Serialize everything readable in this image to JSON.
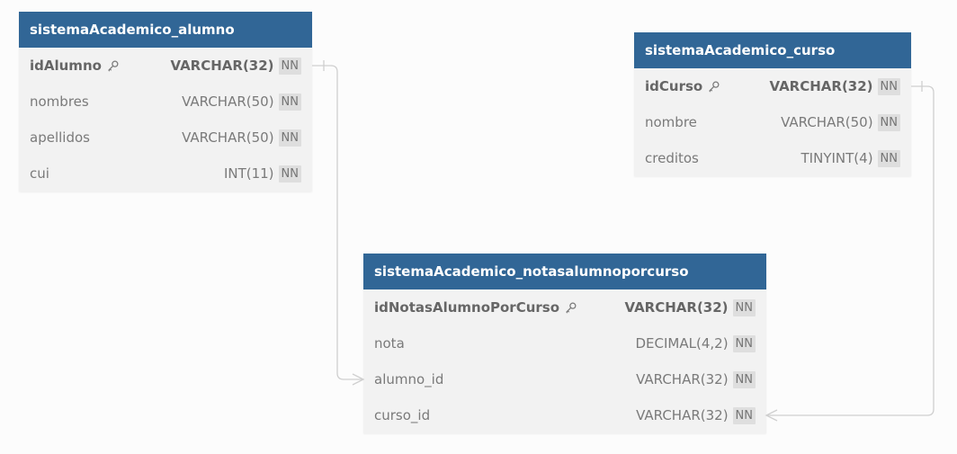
{
  "tables": {
    "alumno": {
      "name": "sistemaAcademico_alumno",
      "columns": [
        {
          "name": "idAlumno",
          "type": "VARCHAR(32)",
          "flag": "NN",
          "pk": true
        },
        {
          "name": "nombres",
          "type": "VARCHAR(50)",
          "flag": "NN"
        },
        {
          "name": "apellidos",
          "type": "VARCHAR(50)",
          "flag": "NN"
        },
        {
          "name": "cui",
          "type": "INT(11)",
          "flag": "NN"
        }
      ]
    },
    "curso": {
      "name": "sistemaAcademico_curso",
      "columns": [
        {
          "name": "idCurso",
          "type": "VARCHAR(32)",
          "flag": "NN",
          "pk": true
        },
        {
          "name": "nombre",
          "type": "VARCHAR(50)",
          "flag": "NN"
        },
        {
          "name": "creditos",
          "type": "TINYINT(4)",
          "flag": "NN"
        }
      ]
    },
    "notas": {
      "name": "sistemaAcademico_notasalumnoporcurso",
      "columns": [
        {
          "name": "idNotasAlumnoPorCurso",
          "type": "VARCHAR(32)",
          "flag": "NN",
          "pk": true
        },
        {
          "name": "nota",
          "type": "DECIMAL(4,2)",
          "flag": "NN"
        },
        {
          "name": "alumno_id",
          "type": "VARCHAR(32)",
          "flag": "NN"
        },
        {
          "name": "curso_id",
          "type": "VARCHAR(32)",
          "flag": "NN"
        }
      ]
    }
  },
  "colors": {
    "header": "#316696",
    "table_bg": "#f2f2f2",
    "connector": "#cfcfcf"
  },
  "icons": {
    "primary_key": "key-icon"
  }
}
